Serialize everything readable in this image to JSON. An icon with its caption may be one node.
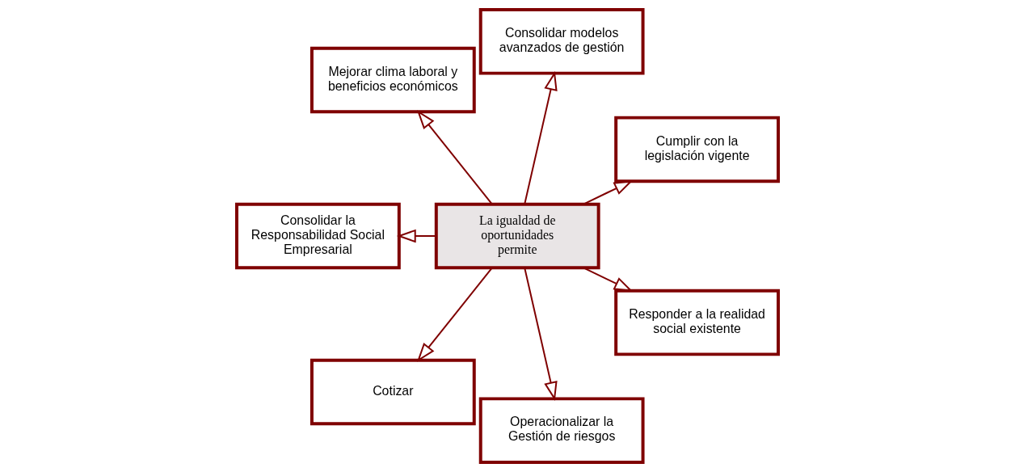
{
  "diagram": {
    "nodes": [
      {
        "text": [
          "La igualdad de oportunidades permite"
        ]
      },
      {
        "text": [
          "Cumplir con la legislación vigente"
        ]
      },
      {
        "text": [
          "Consolidar modelos avanzados de gestión"
        ]
      },
      {
        "text": [
          "Mejorar clima laboral y beneficios económicos"
        ]
      },
      {
        "text": [
          "Consolidar la Responsabilidad Social Empresarial"
        ]
      },
      {
        "text": [
          "Cotizar"
        ]
      },
      {
        "text": [
          "Operacionalizar la Gestión de riesgos"
        ]
      },
      {
        "text": [
          "Responder a la realidad social existente"
        ]
      }
    ],
    "edges": [
      {
        "from": 0,
        "to": 1,
        "arrow": "to"
      },
      {
        "from": 0,
        "to": 2,
        "arrow": "to"
      },
      {
        "from": 0,
        "to": 3,
        "arrow": "to"
      },
      {
        "from": 0,
        "to": 4,
        "arrow": "to"
      },
      {
        "from": 0,
        "to": 5,
        "arrow": "to"
      },
      {
        "from": 0,
        "to": 6,
        "arrow": "to"
      },
      {
        "from": 0,
        "to": 7,
        "arrow": "to"
      }
    ]
  }
}
